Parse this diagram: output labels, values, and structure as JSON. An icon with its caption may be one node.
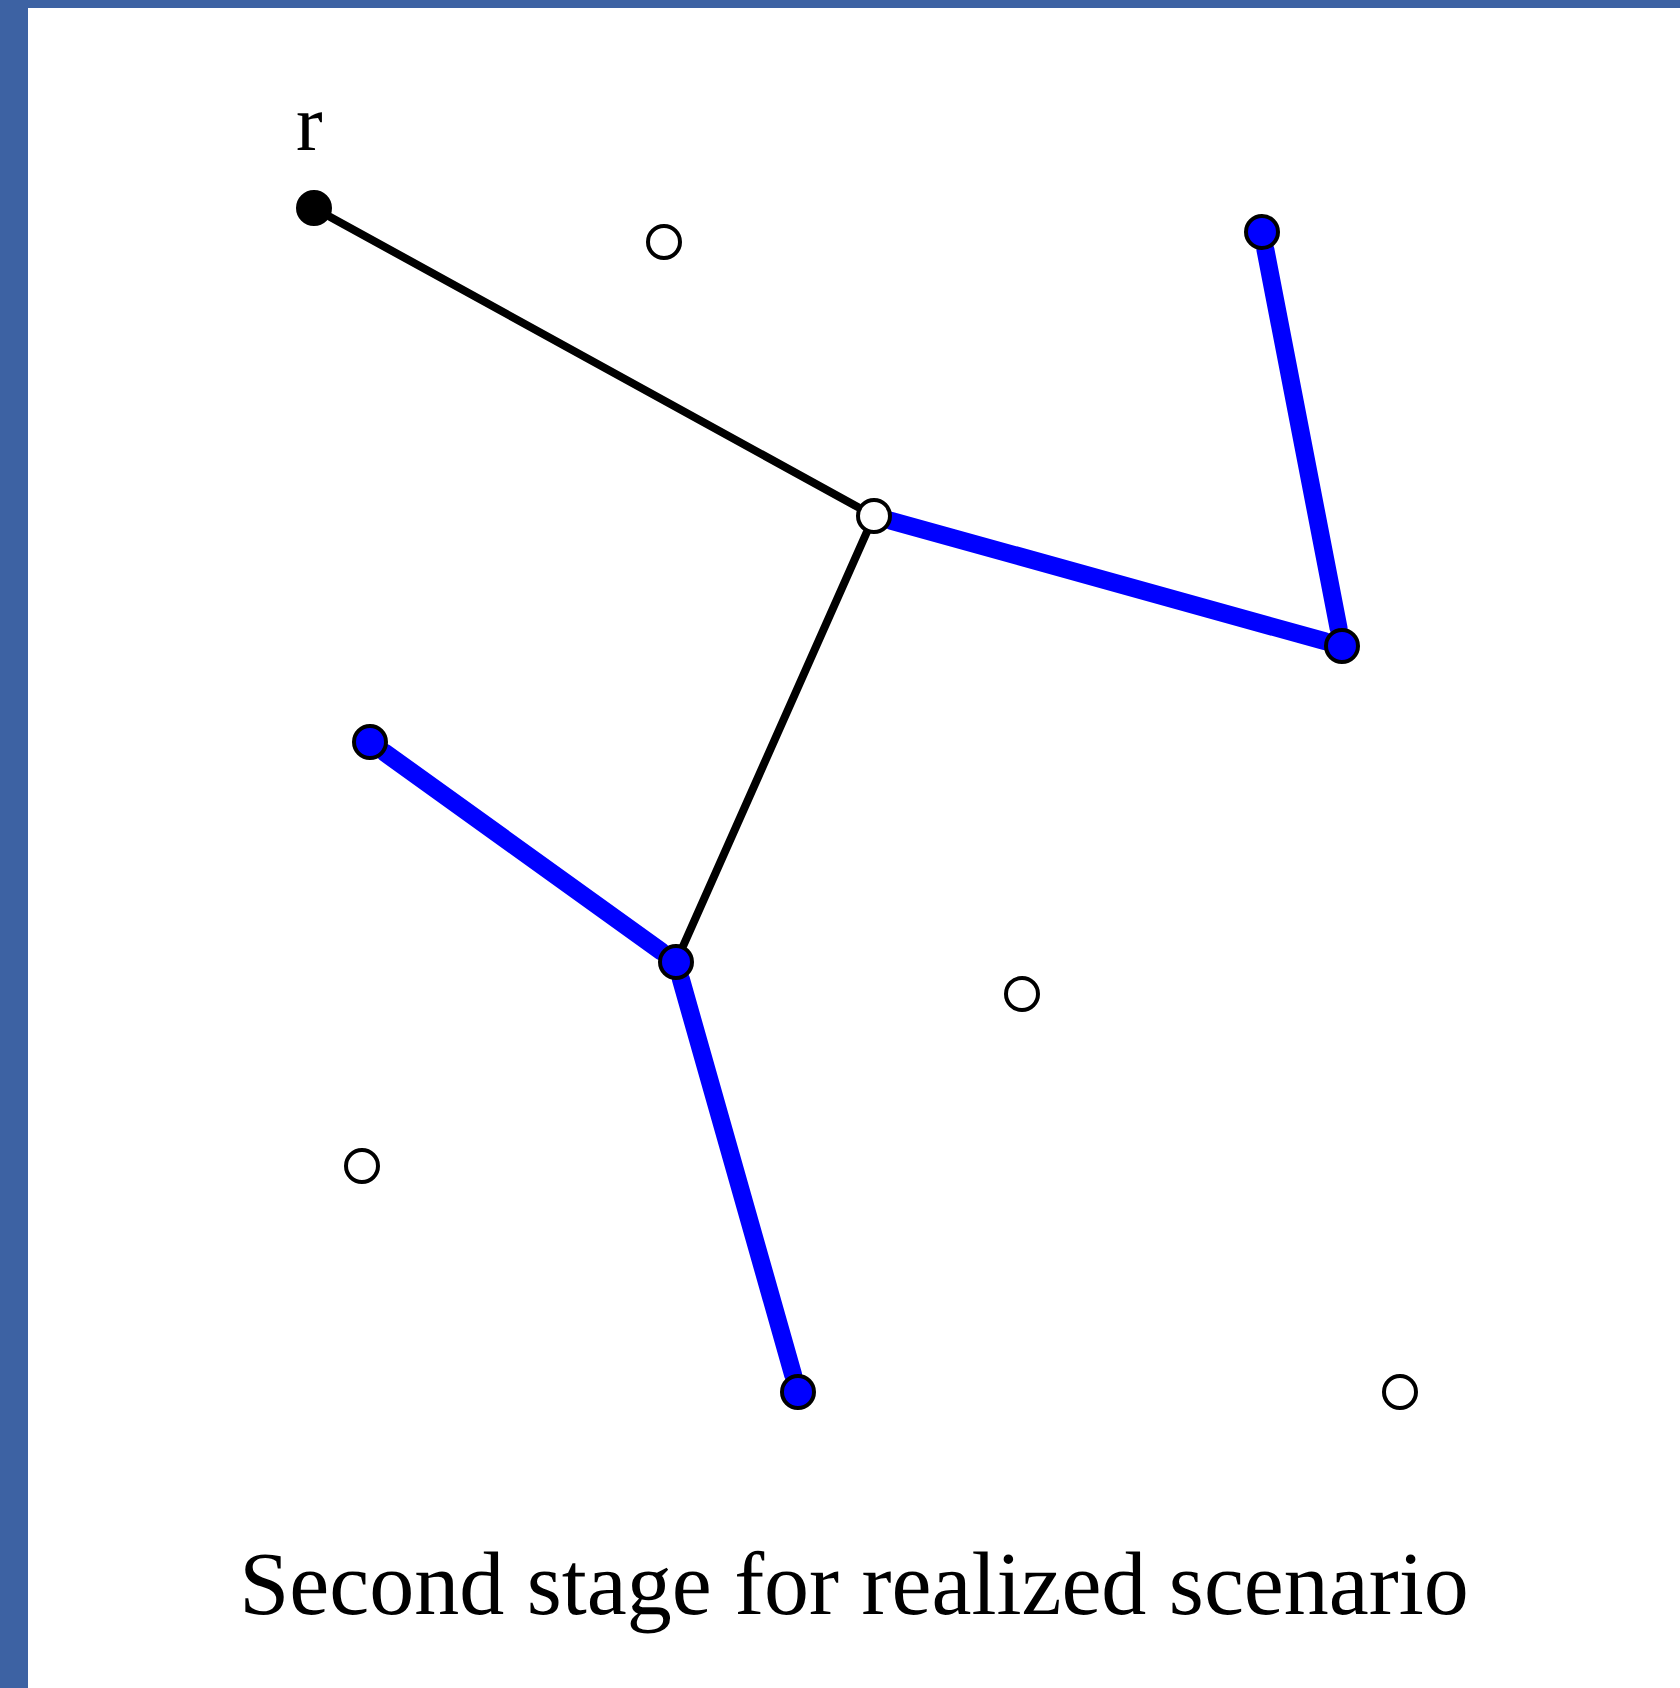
{
  "diagram": {
    "caption": "Second stage for realized scenario",
    "nodes": [
      {
        "text": [],
        "shape": "circle",
        "beside": [
          "r"
        ]
      },
      {
        "text": [],
        "shape": "circle"
      },
      {
        "text": [],
        "shape": "circle"
      },
      {
        "text": [],
        "shape": "circle"
      },
      {
        "text": [],
        "shape": "circle"
      },
      {
        "text": [],
        "shape": "circle"
      },
      {
        "text": [],
        "shape": "circle"
      },
      {
        "text": [],
        "shape": "circle"
      },
      {
        "text": [],
        "shape": "circle"
      },
      {
        "text": [],
        "shape": "circle"
      },
      {
        "text": [],
        "shape": "circle"
      }
    ],
    "edges": [
      {
        "from": 0,
        "to": 3,
        "arrow": "none",
        "color": "#000000"
      },
      {
        "from": 3,
        "to": 4,
        "arrow": "none"
      },
      {
        "from": 1,
        "to": 4,
        "arrow": "none"
      },
      {
        "from": 3,
        "to": 6,
        "arrow": "none",
        "color": "#000000"
      },
      {
        "from": 5,
        "to": 6,
        "arrow": "none"
      },
      {
        "from": 6,
        "to": 9,
        "arrow": "none"
      }
    ]
  }
}
